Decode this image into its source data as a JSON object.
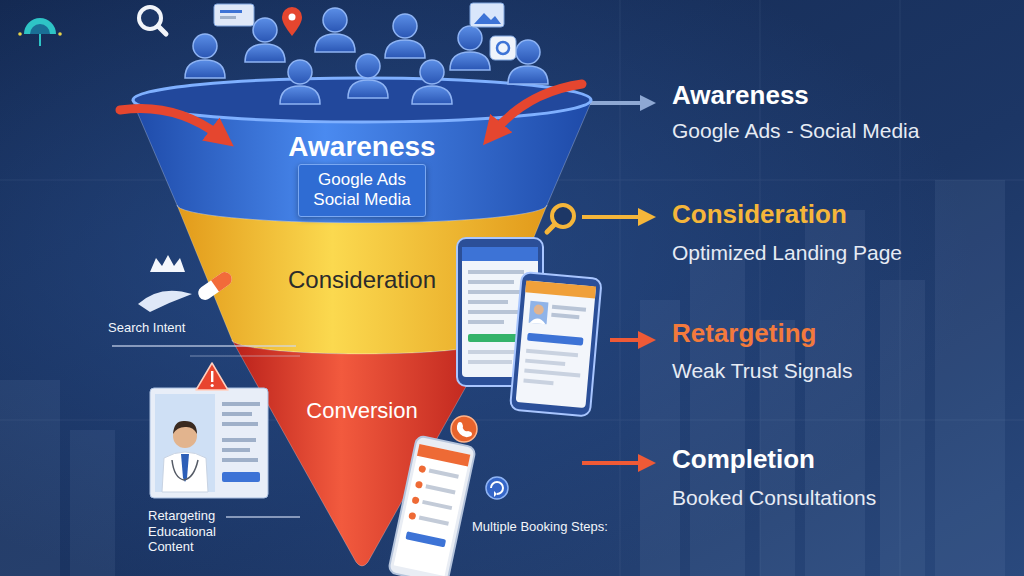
{
  "diagram": {
    "nodes": [
      {
        "text": [
          "Awareness"
        ]
      },
      {
        "text": [
          "Google Ads Social Media"
        ],
        "in": 0
      },
      {
        "text": [
          "Consideration"
        ]
      },
      {
        "text": [
          "Conversion"
        ]
      }
    ],
    "labels": [
      "Awareness",
      "Google Ads - Social Media",
      "Consideration",
      "Optimized Landing Page",
      "Retargeting",
      "Weak Trust Signals",
      "Completion",
      "Booked Consultations",
      "Search Intent",
      "Retargeting Educational Content",
      "Multiple Booking Steps:"
    ]
  }
}
